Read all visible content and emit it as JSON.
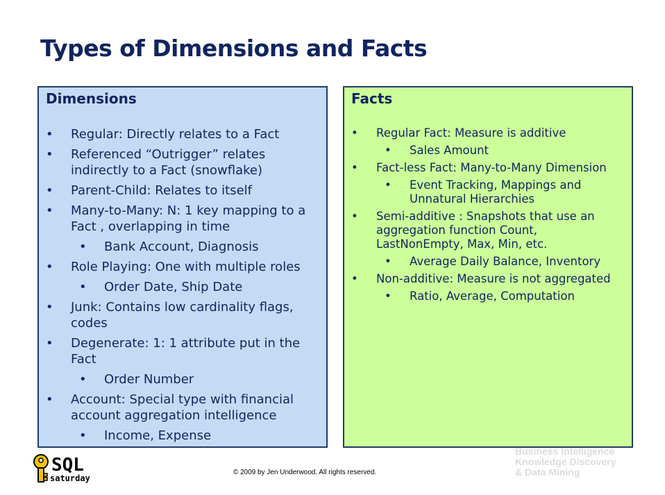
{
  "title": "Types of Dimensions and Facts",
  "dimensions": {
    "heading": "Dimensions",
    "items": [
      {
        "level": 1,
        "text": "Regular: Directly relates to a Fact"
      },
      {
        "level": 1,
        "text": "Referenced “Outrigger” relates indirectly to a Fact (snowflake)"
      },
      {
        "level": 1,
        "text": "Parent-Child: Relates to itself"
      },
      {
        "level": 1,
        "text": "Many-to-Many: N: 1 key mapping to a Fact , overlapping in time"
      },
      {
        "level": 2,
        "text": "Bank Account, Diagnosis"
      },
      {
        "level": 1,
        "text": "Role Playing: One with multiple roles"
      },
      {
        "level": 2,
        "text": "Order Date, Ship Date"
      },
      {
        "level": 1,
        "text": "Junk: Contains low cardinality flags, codes"
      },
      {
        "level": 1,
        "text": "Degenerate: 1: 1 attribute put in the Fact"
      },
      {
        "level": 2,
        "text": "Order Number"
      },
      {
        "level": 1,
        "text": "Account: Special type with financial account aggregation intelligence"
      },
      {
        "level": 2,
        "text": "Income, Expense"
      }
    ]
  },
  "facts": {
    "heading": "Facts",
    "items": [
      {
        "level": 1,
        "text": "Regular Fact: Measure is additive"
      },
      {
        "level": 2,
        "text": "Sales Amount"
      },
      {
        "level": 1,
        "text": "Fact-less Fact: Many-to-Many Dimension"
      },
      {
        "level": 2,
        "text": "Event Tracking, Mappings and Unnatural Hierarchies"
      },
      {
        "level": 1,
        "text": "Semi-additive : Snapshots that use an aggregation function Count, LastNonEmpty, Max, Min, etc."
      },
      {
        "level": 2,
        "text": "Average Daily Balance, Inventory"
      },
      {
        "level": 1,
        "text": "Non-additive: Measure is not aggregated"
      },
      {
        "level": 2,
        "text": "Ratio, Average, Computation"
      }
    ]
  },
  "bullet_glyph": "•",
  "footer": {
    "copyright": "© 2009 by Jen Underwood. All rights reserved.",
    "logo_top": "SQL",
    "logo_bottom": "saturday",
    "watermark": [
      "Business Intelligence",
      "Knowledge Discovery",
      "& Data Mining"
    ]
  }
}
